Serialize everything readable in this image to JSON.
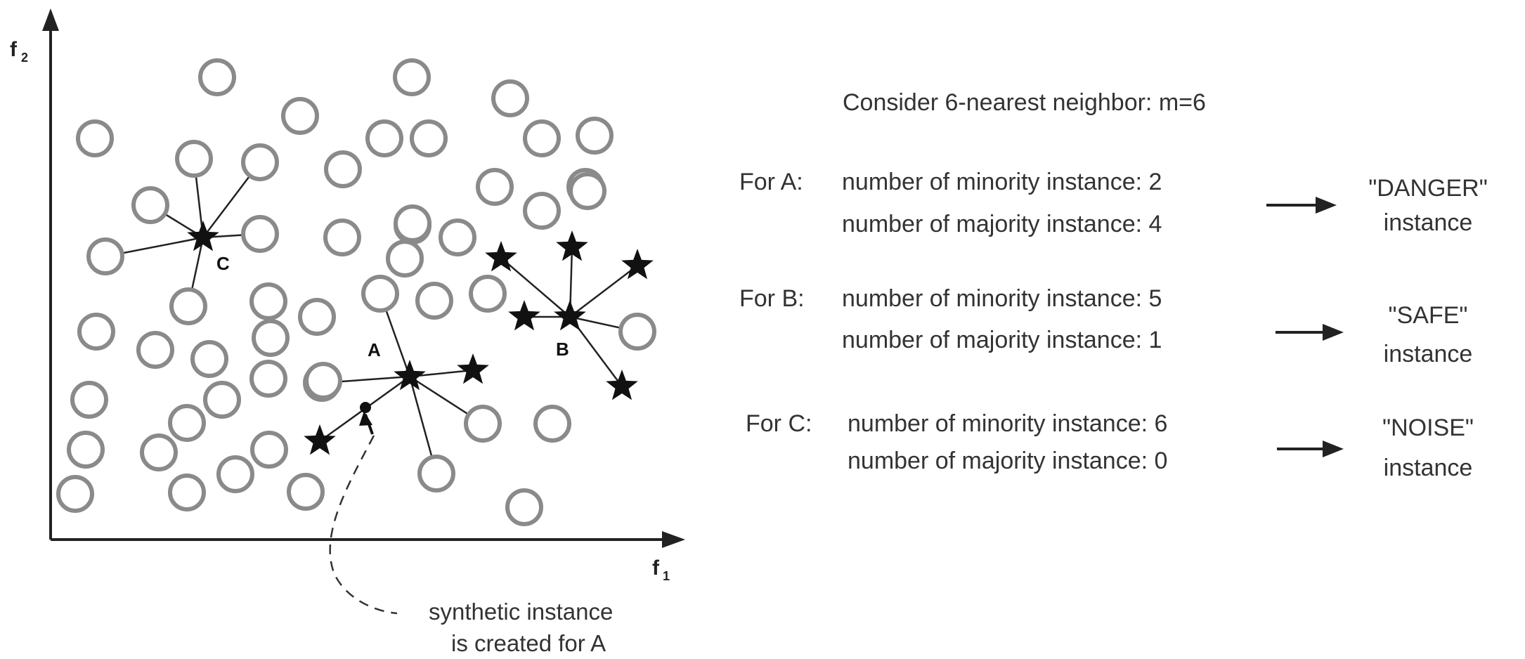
{
  "axes": {
    "x_label": "f",
    "x_sub": "1",
    "y_label": "f",
    "y_sub": "2"
  },
  "points": {
    "labels": {
      "A": "A",
      "B": "B",
      "C": "C"
    }
  },
  "synthetic_note": {
    "line1": "synthetic instance",
    "line2": "is created for A"
  },
  "rule": "Consider 6-nearest neighbor: m=6",
  "cases": [
    {
      "prefix": "For A:",
      "minority": "number of minority instance: 2",
      "majority": "number of majority instance: 4",
      "result1": "\"DANGER\"",
      "result2": "instance"
    },
    {
      "prefix": "For B:",
      "minority": "number of minority instance: 5",
      "majority": "number of majority instance: 1",
      "result1": "\"SAFE\"",
      "result2": "instance"
    },
    {
      "prefix": "For C:",
      "minority": "number of minority instance: 6",
      "majority": "number of majority instance: 0",
      "result1": "\"NOISE\"",
      "result2": "instance"
    }
  ],
  "legend_icons": {
    "majority": "circle-icon",
    "minority": "star-icon"
  },
  "colors": {
    "majority_stroke": "#8a8a8a",
    "minority_fill": "#111111",
    "line": "#222222"
  }
}
